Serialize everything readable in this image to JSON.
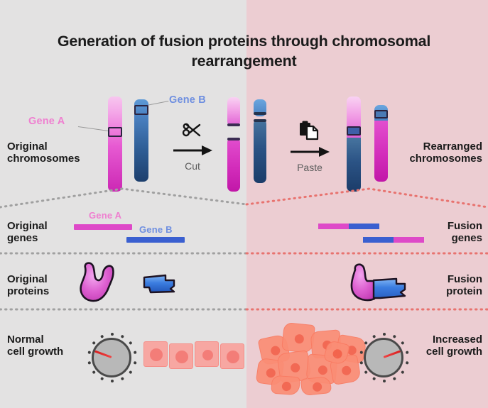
{
  "title": "Generation of fusion proteins through chromosomal rearrangement",
  "colors": {
    "bg_left": "#e3e2e2",
    "bg_right": "#eccdd2",
    "gene_a_pink": "#de49c8",
    "gene_b_blue": "#3a5fd0",
    "gene_a_label": "#ef7fd0",
    "gene_b_label": "#6f8fe0",
    "needle_red": "#d81f1f",
    "cell_pink": "#f7a7a2",
    "tumor_orange": "#fb8d75",
    "divider_left": "#9e9e9e",
    "divider_right": "#e8736f"
  },
  "rows": [
    {
      "id": "chromosomes",
      "left_label": "Original\nchromosomes",
      "right_label": "Rearranged\nchromosomes",
      "left_label_line1": "Original",
      "left_label_line2": "chromosomes",
      "right_label_line1": "Rearranged",
      "right_label_line2": "chromosomes",
      "gene_a_label": "Gene A",
      "gene_b_label": "Gene B"
    },
    {
      "id": "genes",
      "left_label_line1": "Original",
      "left_label_line2": "genes",
      "right_label_line1": "Fusion",
      "right_label_line2": "genes",
      "gene_a_label": "Gene A",
      "gene_b_label": "Gene B"
    },
    {
      "id": "proteins",
      "left_label_line1": "Original",
      "left_label_line2": "proteins",
      "right_label_line1": "Fusion",
      "right_label_line2": "protein"
    },
    {
      "id": "growth",
      "left_label_line1": "Normal",
      "left_label_line2": "cell growth",
      "right_label_line1": "Increased",
      "right_label_line2": "cell growth"
    }
  ],
  "steps": [
    {
      "id": "cut",
      "icon": "scissors-icon",
      "glyph": "✂",
      "arrow": "➤",
      "caption": "Cut"
    },
    {
      "id": "paste",
      "icon": "paste-icon",
      "glyph": "ὌB",
      "arrow": "➤",
      "caption": "Paste"
    }
  ],
  "gauges": {
    "left": {
      "label_line1": "Normal",
      "label_line2": "cell growth",
      "needle_angle_deg": 200,
      "state": "low"
    },
    "right": {
      "label_line1": "Increased",
      "label_line2": "cell growth",
      "needle_angle_deg": -20,
      "state": "high"
    }
  },
  "counts": {
    "normal_cells": 4,
    "tumor_cells": 11,
    "gauge_ticks": 14
  }
}
